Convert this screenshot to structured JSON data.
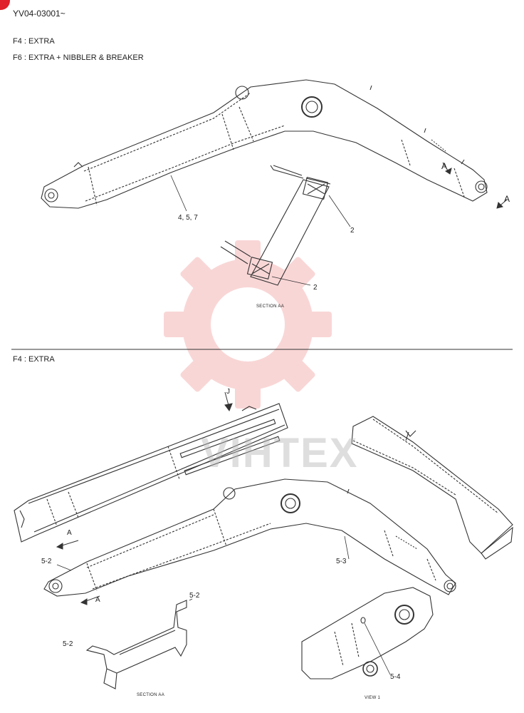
{
  "header": {
    "code": "YV04-03001~",
    "line_f4": "F4 : EXTRA",
    "line_f6": "F6 : EXTRA +  NIBBLER & BREAKER"
  },
  "top_section": {
    "callout_boom": "4, 5, 7",
    "callout_a_upper": "A",
    "callout_a_right": "A",
    "callout_plate_top": "2",
    "callout_plate_bottom": "2",
    "section_label": "SECTION AA"
  },
  "divider_label": "F4 : EXTRA",
  "bottom_section": {
    "arrow_label": "J",
    "callout_a_left": "A",
    "callout_a_lower": "A",
    "callout_5_2_left": "5-2",
    "callout_5_3": "5-3",
    "callout_5_2_detail_top": "5-2",
    "callout_5_2_detail_left": "5-2",
    "callout_5_4": "5-4",
    "section_label": "SECTION AA",
    "view_label": "VIEW 1"
  },
  "watermark": {
    "text": "VIHTEX",
    "color": "#e84a4a"
  }
}
